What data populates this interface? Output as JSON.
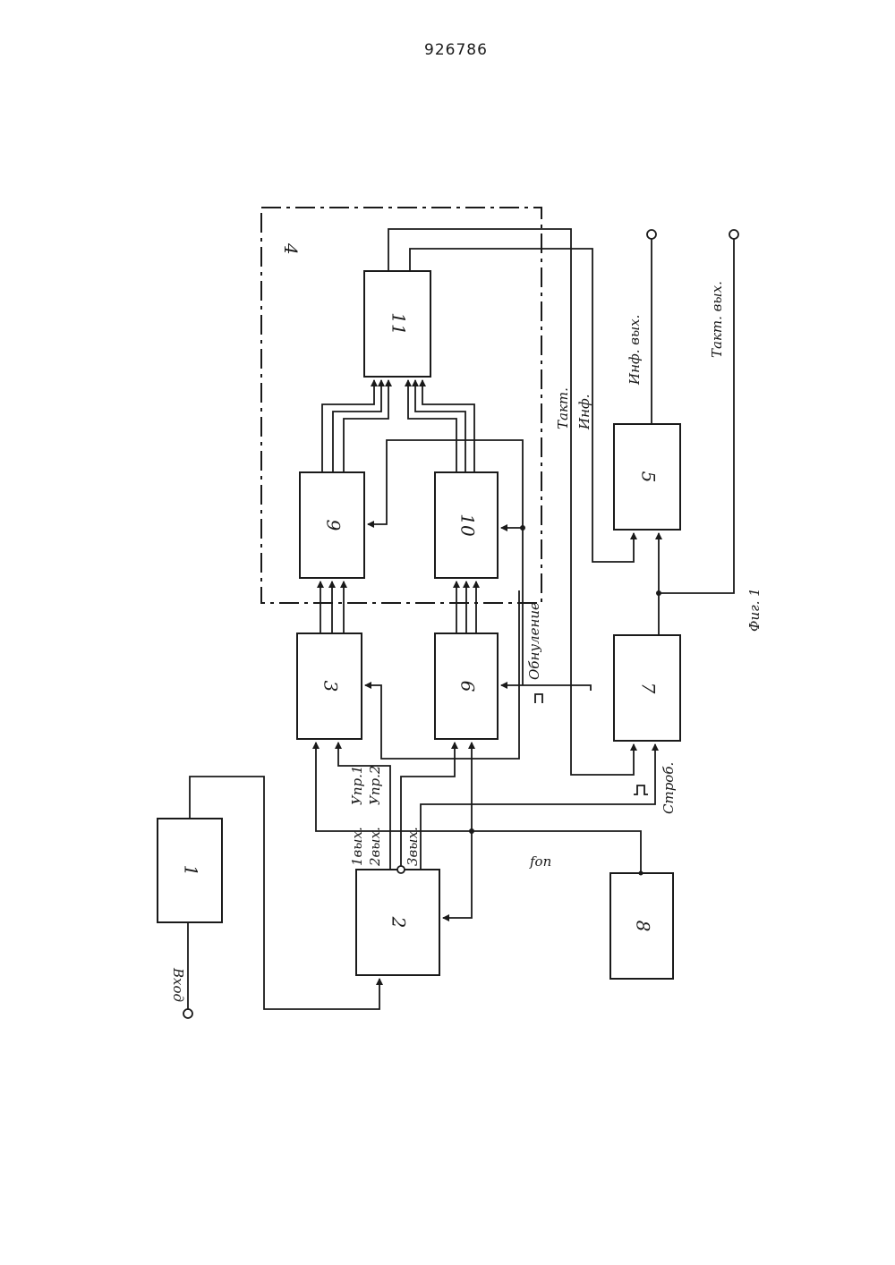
{
  "page_number": "926786",
  "figure_caption": "Фиг. 1",
  "blocks": {
    "b1": "1",
    "b2": "2",
    "b3": "3",
    "b4": "4",
    "b5": "5",
    "b6": "6",
    "b7": "7",
    "b8": "8",
    "b9": "9",
    "b10": "10",
    "b11": "11"
  },
  "labels": {
    "input": "Вход",
    "out1": "1вых.",
    "out2": "2вых.",
    "out3": "3вых.",
    "ctrl1": "Упр.1",
    "ctrl2": "Упр.2",
    "f_ref": "fоп",
    "reset": "Обнуление",
    "clock": "Такт.",
    "info": "Инф.",
    "info_out": "Инф. вых.",
    "clock_out": "Такт. вых.",
    "strobe": "Строб."
  },
  "colors": {
    "ink": "#1a1a1a",
    "paper": "#ffffff"
  }
}
